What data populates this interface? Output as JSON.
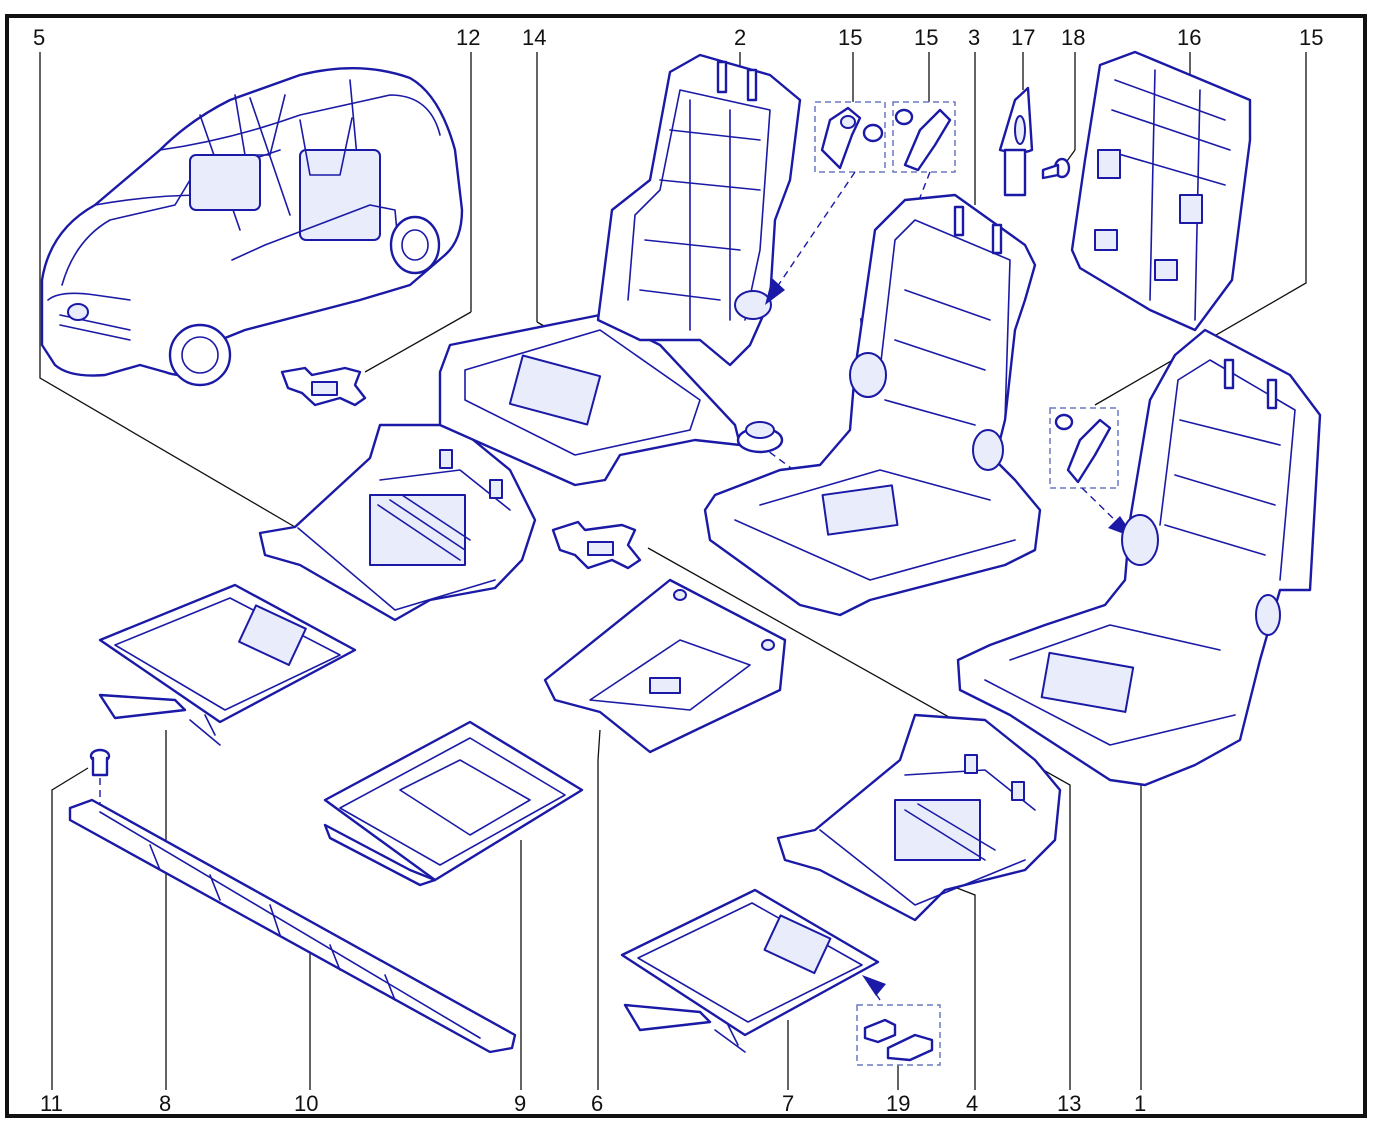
{
  "colors": {
    "line": "#1a1aa6",
    "fill_tint": "#e9ecfb",
    "dash_box": "#6a78c2",
    "labels": "#111111"
  },
  "callouts": {
    "top": [
      "5",
      "12",
      "14",
      "2",
      "15",
      "15",
      "3",
      "17",
      "18",
      "16",
      "15"
    ],
    "bottom": [
      "11",
      "8",
      "10",
      "9",
      "6",
      "7",
      "19",
      "4",
      "13",
      "1"
    ]
  }
}
